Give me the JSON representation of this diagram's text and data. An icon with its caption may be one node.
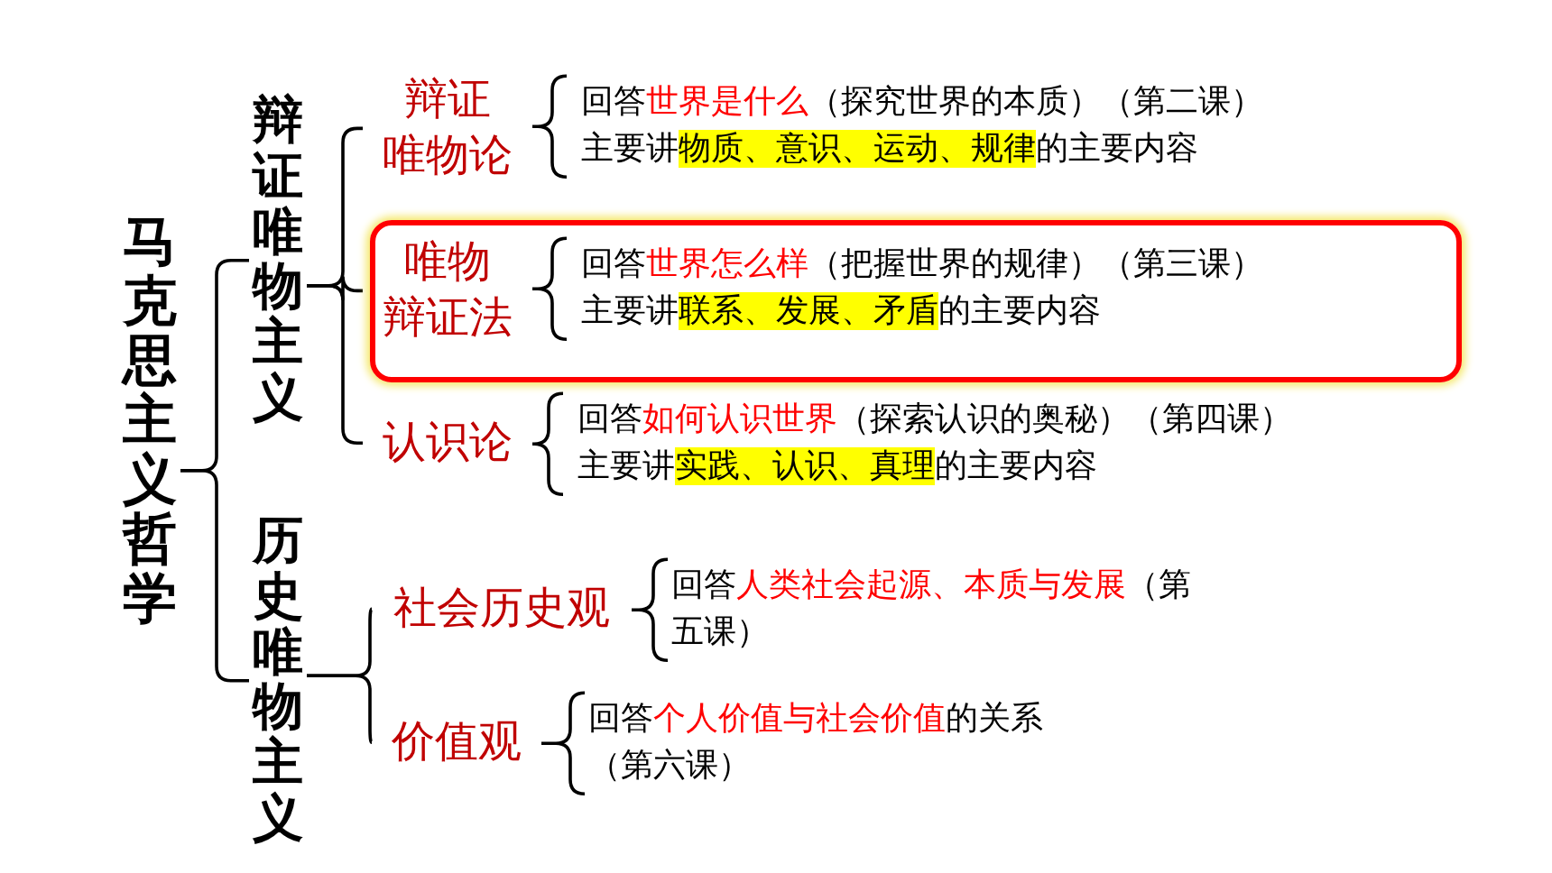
{
  "diagram": {
    "nodes": [
      {
        "text": [
          "马克思主义哲学"
        ]
      },
      {
        "text": [
          "辩证唯物主义"
        ]
      },
      {
        "text": [
          "辩证唯物论"
        ]
      },
      {
        "text": [
          "回答**世界是什么**（探究世界的本质）（第二课）",
          "主要讲**物质、意识、运动、规律**的主要内容"
        ]
      },
      {
        "text": [],
        "shape": "box"
      },
      {
        "text": [
          "唯物辩证法"
        ],
        "in": 4
      },
      {
        "text": [
          "回答**世界怎么样**（把握世界的规律）（第三课）",
          "主要讲**联系、发展、矛盾**的主要内容"
        ],
        "in": 4
      },
      {
        "text": [
          "认识论"
        ]
      },
      {
        "text": [
          "回答**如何认识世界**（探索认识的奥秘）（第四课）",
          "主要讲**实践、认识、真理**的主要内容"
        ]
      },
      {
        "text": [
          "历史唯物主义"
        ]
      },
      {
        "text": [
          "社会历史观"
        ]
      },
      {
        "text": [
          "回答**人类社会起源、本质与发展**（第五课）"
        ]
      },
      {
        "text": [
          "价值观"
        ]
      },
      {
        "text": [
          "回答**个人价值与社会价值**的关系（第六课）"
        ]
      }
    ],
    "edges": [
      {
        "from": 0,
        "to": 1,
        "arrow": "none"
      },
      {
        "from": 0,
        "to": 9,
        "arrow": "none"
      },
      {
        "from": 1,
        "to": 2,
        "arrow": "none"
      },
      {
        "from": 1,
        "to": 5,
        "arrow": "none"
      },
      {
        "from": 1,
        "to": 7,
        "arrow": "none"
      },
      {
        "from": 2,
        "to": 3,
        "arrow": "none"
      },
      {
        "from": 5,
        "to": 6,
        "arrow": "none"
      },
      {
        "from": 7,
        "to": 8,
        "arrow": "none"
      },
      {
        "from": 9,
        "to": 10,
        "arrow": "none"
      },
      {
        "from": 9,
        "to": 12,
        "arrow": "none"
      },
      {
        "from": 10,
        "to": 11,
        "arrow": "none"
      },
      {
        "from": 12,
        "to": 13,
        "arrow": "none"
      }
    ]
  }
}
